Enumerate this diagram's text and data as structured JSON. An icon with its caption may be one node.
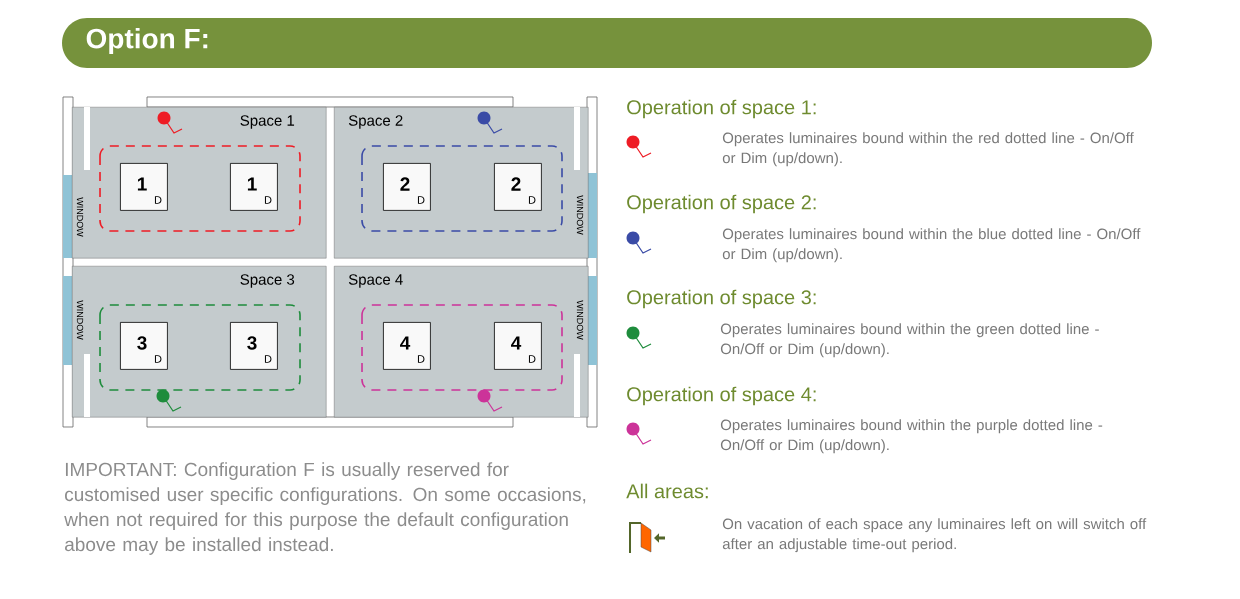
{
  "diagram": {
    "title": "Option F:",
    "nodes": [
      {
        "text": [
          "Space 1"
        ]
      },
      {
        "text": [
          "1",
          "D"
        ],
        "in": 0
      },
      {
        "text": [
          "1",
          "D"
        ],
        "in": 0
      },
      {
        "text": [
          "Space 2"
        ]
      },
      {
        "text": [
          "2",
          "D"
        ],
        "in": 3
      },
      {
        "text": [
          "2",
          "D"
        ],
        "in": 3
      },
      {
        "text": [
          "Space 3"
        ]
      },
      {
        "text": [
          "3",
          "D"
        ],
        "in": 6
      },
      {
        "text": [
          "3",
          "D"
        ],
        "in": 6
      },
      {
        "text": [
          "Space 4"
        ]
      },
      {
        "text": [
          "4",
          "D"
        ],
        "in": 9
      },
      {
        "text": [
          "4",
          "D"
        ],
        "in": 9
      }
    ],
    "labels": [
      "WINDOW",
      "WINDOW",
      "WINDOW",
      "WINDOW",
      "Operation of space 1:",
      "Operates luminaires bound within the red dotted line - On/Off or Dim (up/down).",
      "Operation of space 2:",
      "Operates luminaires bound within the blue dotted line - On/Off or Dim (up/down).",
      "Operation of space 3:",
      "Operates luminaires bound within the green dotted line - On/Off or Dim (up/down).",
      "Operation of space 4:",
      "Operates luminaires bound within the purple dotted line - On/Off or Dim (up/down).",
      "All areas:",
      "On vacation of each space any luminaires left on will switch off after an adjustable time-out period.",
      "IMPORTANT: Configuration F is usually reserved for customised user specific configurations. On some occasions, when not required for this purpose the default configuration above may be installed instead."
    ]
  }
}
